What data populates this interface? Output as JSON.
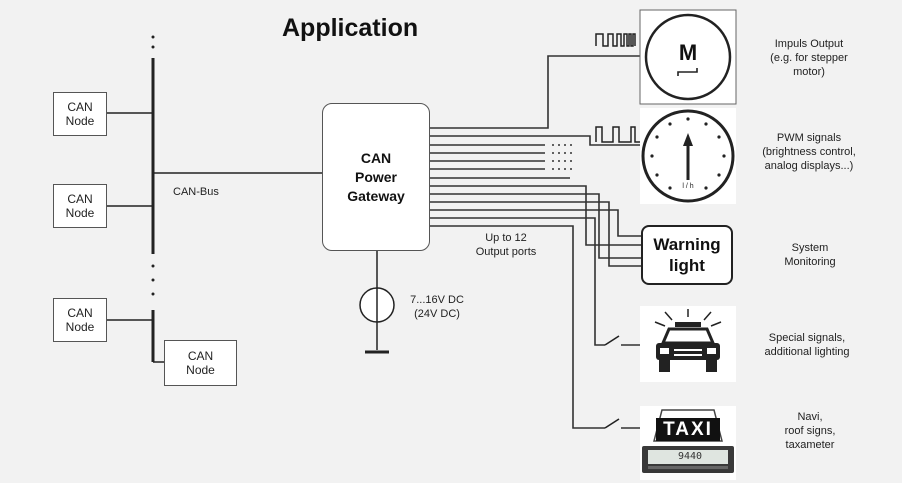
{
  "title": "Application",
  "can_nodes": [
    {
      "line1": "CAN",
      "line2": "Node"
    },
    {
      "line1": "CAN",
      "line2": "Node"
    },
    {
      "line1": "CAN",
      "line2": "Node"
    },
    {
      "line1": "CAN",
      "line2": "Node"
    }
  ],
  "bus_label": "CAN-Bus",
  "gateway": {
    "line1": "CAN",
    "line2": "Power",
    "line3": "Gateway"
  },
  "ports_label": {
    "line1": "Up to 12",
    "line2": "Output ports"
  },
  "supply": {
    "line1": "7...16V DC",
    "line2": "(24V DC)"
  },
  "motor_glyph": "M",
  "gauge_unit": "l / h",
  "warning_light": {
    "line1": "Warning",
    "line2": "light"
  },
  "taxi_sign": "TAXI",
  "taximeter_display": "9440",
  "annotations": {
    "impuls": {
      "line1": "Impuls Output",
      "line2": "(e.g. for stepper",
      "line3": "motor)"
    },
    "pwm": {
      "line1": "PWM signals",
      "line2": "(brightness control,",
      "line3": "analog displays...)"
    },
    "system": {
      "line1": "System",
      "line2": "Monitoring"
    },
    "special": {
      "line1": "Special signals,",
      "line2": "additional lighting"
    },
    "navi": {
      "line1": "Navi,",
      "line2": "roof signs,",
      "line3": "taxameter"
    }
  },
  "colors": {
    "background": "#f2f2f2",
    "lines": "#333333",
    "boxes": "#ffffff"
  }
}
